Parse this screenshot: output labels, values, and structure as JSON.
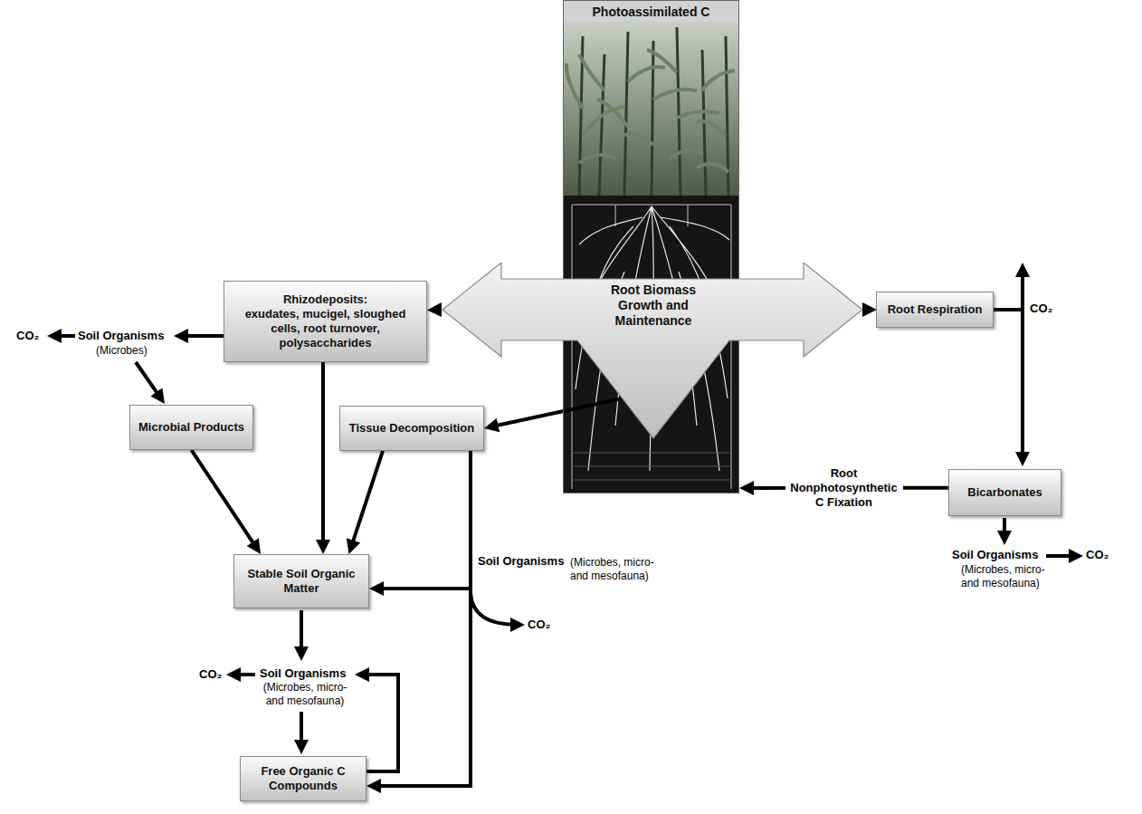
{
  "diagram": {
    "nodes": [
      {
        "text": [
          "Photoassimilated C"
        ]
      },
      {
        "text": [
          "Root Biomass Growth and Maintenance"
        ]
      },
      {
        "text": [
          "Rhizodeposits:",
          "exudates, mucigel, sloughed cells, root turnover, polysaccharides"
        ]
      },
      {
        "text": [
          "Root Respiration"
        ]
      },
      {
        "text": [
          "Microbial Products"
        ]
      },
      {
        "text": [
          "Tissue Decomposition"
        ]
      },
      {
        "text": [
          "Bicarbonates"
        ]
      },
      {
        "text": [
          "Stable Soil Organic Matter"
        ]
      },
      {
        "text": [
          "Free Organic C Compounds"
        ]
      }
    ],
    "edges": [
      {
        "from": 1,
        "to": 2,
        "arrow": "to"
      },
      {
        "from": 1,
        "to": 3,
        "arrow": "to"
      },
      {
        "from": 1,
        "to": 5,
        "arrow": "to"
      },
      {
        "from": 6,
        "to": 0,
        "label": "Root Nonphotosynthetic C Fixation",
        "arrow": "to"
      },
      {
        "from": 2,
        "to": 7,
        "arrow": "to"
      },
      {
        "from": 4,
        "to": 7,
        "arrow": "to"
      },
      {
        "from": 5,
        "to": 7,
        "arrow": "to"
      },
      {
        "from": 5,
        "to": 7,
        "arrow": "to"
      },
      {
        "from": 5,
        "to": 8,
        "arrow": "to"
      }
    ],
    "labels": [
      "CO₂",
      "Soil Organisms",
      "(Microbes)",
      "CO₂",
      "Soil Organisms",
      "(Microbes, micro- and mesofauna)",
      "CO₂",
      "Soil Organisms",
      "(Microbes, micro- and mesofauna)",
      "CO₂",
      "CO₂",
      "Soil Organisms",
      "(Microbes, micro- and mesofauna)"
    ]
  }
}
